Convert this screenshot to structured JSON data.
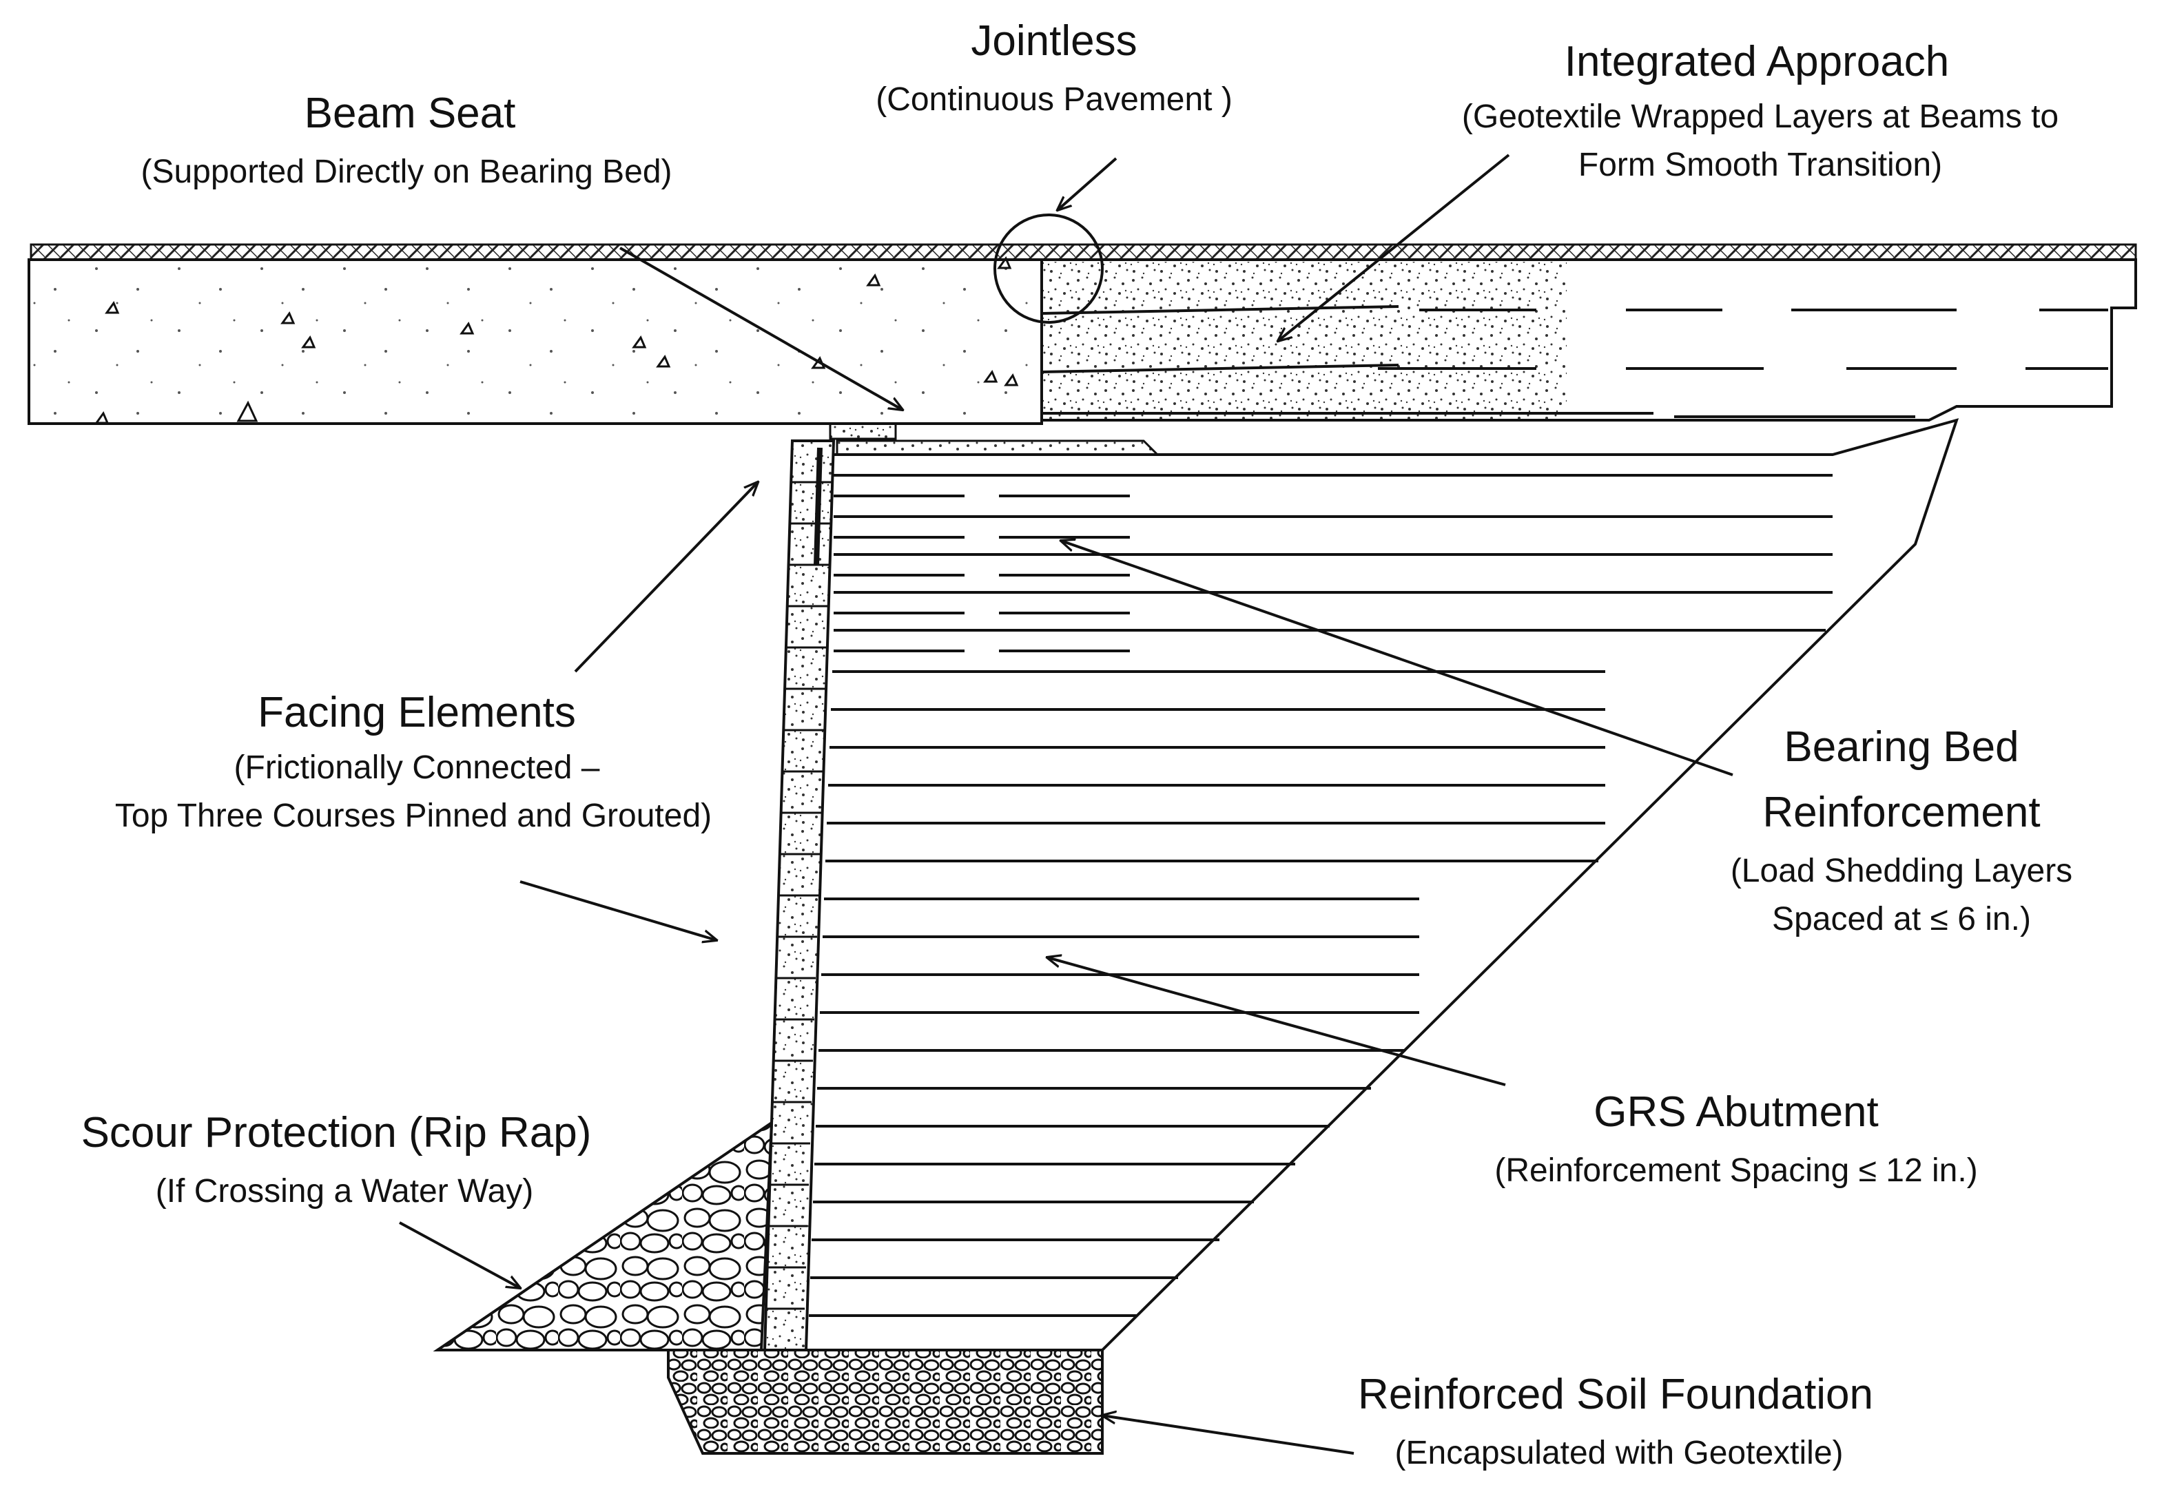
{
  "labels": {
    "beam_seat": {
      "title": "Beam Seat",
      "sub": "(Supported Directly on Bearing Bed)"
    },
    "jointless": {
      "title": "Jointless",
      "sub": "(Continuous Pavement )"
    },
    "integrated_approach": {
      "title": "Integrated Approach",
      "sub1": "(Geotextile Wrapped Layers at Beams to",
      "sub2": "Form Smooth Transition)"
    },
    "facing_elements": {
      "title": "Facing Elements",
      "sub1": "(Frictionally Connected –",
      "sub2": "Top Three Courses Pinned and Grouted)"
    },
    "bearing_bed": {
      "title1": "Bearing Bed",
      "title2": "Reinforcement",
      "sub1": "(Load Shedding Layers",
      "sub2": "Spaced at ≤ 6 in.)"
    },
    "grs_abutment": {
      "title": "GRS Abutment",
      "sub": "(Reinforcement Spacing ≤ 12 in.)"
    },
    "scour_protection": {
      "title": "Scour Protection  (Rip  Rap)",
      "sub": "(If  Crossing a Water Way)"
    },
    "rsf": {
      "title": "Reinforced  Soil Foundation",
      "sub": "(Encapsulated with Geotextile)"
    }
  }
}
